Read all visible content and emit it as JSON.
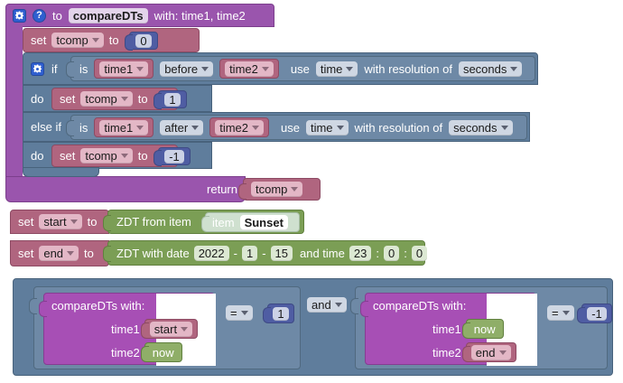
{
  "workspace": {
    "background": "#ffffff",
    "colors": {
      "procedure": "#9a55ad",
      "variable": "#b0657f",
      "logic": "#5f7d9c",
      "number": "#4f5da3",
      "datetime_green": "#7b9e55",
      "item_mint": "#cfe0cf",
      "call_purple": "#a74fb5"
    }
  },
  "procedure_definition": {
    "gear_icon": "gear-icon",
    "help_icon": "question-icon",
    "to_label": "to",
    "name": "compareDTs",
    "with_label": "with: time1, time2",
    "statements": {
      "set_init": {
        "set_label": "set",
        "variable": "tcomp",
        "to_label": "to",
        "value": "0"
      },
      "if_block": {
        "gear_icon": "gear-icon",
        "if_label": "if",
        "condition_1": {
          "is_label": "is",
          "left": "time1",
          "operator": "before",
          "right": "time2",
          "use_label": "use",
          "use_value": "time",
          "resolution_label": "with resolution of",
          "resolution_value": "seconds"
        },
        "do_label_1": "do",
        "do_1": {
          "set_label": "set",
          "variable": "tcomp",
          "to_label": "to",
          "value": "1"
        },
        "else_if_label": "else if",
        "condition_2": {
          "is_label": "is",
          "left": "time1",
          "operator": "after",
          "right": "time2",
          "use_label": "use",
          "use_value": "time",
          "resolution_label": "with resolution of",
          "resolution_value": "seconds"
        },
        "do_label_2": "do",
        "do_2": {
          "set_label": "set",
          "variable": "tcomp",
          "to_label": "to",
          "value": "-1"
        }
      }
    },
    "return_label": "return",
    "return_value": "tcomp"
  },
  "statements": [
    {
      "set_label": "set",
      "variable": "start",
      "to_label": "to",
      "value_block": {
        "text": "ZDT from item",
        "item_label": "item",
        "item_value": "Sunset"
      }
    },
    {
      "set_label": "set",
      "variable": "end",
      "to_label": "to",
      "value_block": {
        "text": "ZDT with date",
        "year": "2022",
        "dash1": "-",
        "month": "1",
        "dash2": "-",
        "day": "15",
        "and_time_label": "and time",
        "hour": "23",
        "colon1": ":",
        "minute": "0",
        "colon2": ":",
        "second": "0"
      }
    }
  ],
  "logic_expression": {
    "and_operator": "and",
    "left": {
      "call_label": "compareDTs  with:",
      "arg1_label": "time1",
      "arg1_value": "start",
      "arg2_label": "time2",
      "arg2_value": "now",
      "comparator": "=",
      "compare_value": "1"
    },
    "right": {
      "call_label": "compareDTs  with:",
      "arg1_label": "time1",
      "arg1_value": "now",
      "arg2_label": "time2",
      "arg2_value": "end",
      "comparator": "=",
      "compare_value": "-1"
    }
  }
}
